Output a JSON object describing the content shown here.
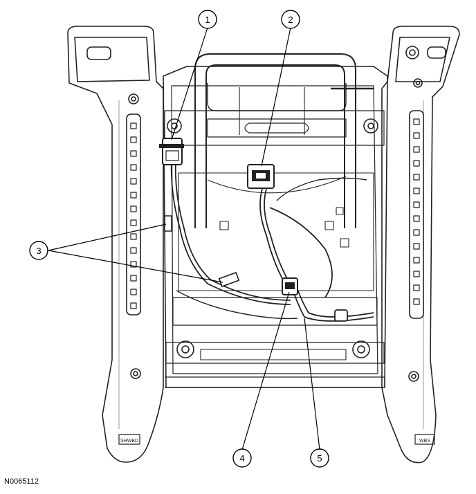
{
  "figure_id": "N0065112",
  "callouts": [
    {
      "label": "1"
    },
    {
      "label": "2"
    },
    {
      "label": "3"
    },
    {
      "label": "4"
    },
    {
      "label": "5"
    }
  ],
  "track_labels": {
    "left": "SHWBD",
    "right": "WBS"
  },
  "colors": {
    "line": "#222222",
    "shade": "#cfcfcf",
    "background": "#ffffff"
  }
}
